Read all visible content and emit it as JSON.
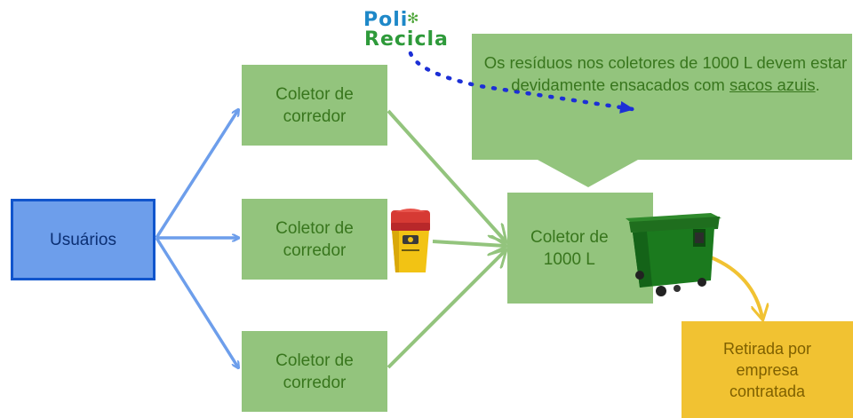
{
  "logo": {
    "line1": "Poli",
    "line2": "Recicla"
  },
  "callout": {
    "text_before": "Os resíduos nos coletores de 1000 L devem estar devidamente ensacados com ",
    "text_underlined": "sacos azuis",
    "text_after": "."
  },
  "nodes": {
    "usuarios": "Usuários",
    "coletor_top": "Coletor de\ncorredor",
    "coletor_mid": "Coletor de\ncorredor",
    "coletor_bottom": "Coletor de\ncorredor",
    "coletor_1000": "Coletor de\n1000 L",
    "retirada": "Retirada por\nempresa\ncontratada"
  },
  "colors": {
    "user_fill": "#6d9eeb",
    "user_border": "#1155cc",
    "box_green": "#93c47d",
    "arrow_blue": "#6d9eeb",
    "arrow_green": "#93c47d",
    "arrow_yellow": "#f1c232",
    "dotted_blue": "#1c2fd6",
    "retirada_fill": "#f1c232"
  },
  "icons": {
    "small_bin": "yellow-recycling-bin-icon",
    "large_bin": "green-wheelie-container-icon"
  }
}
